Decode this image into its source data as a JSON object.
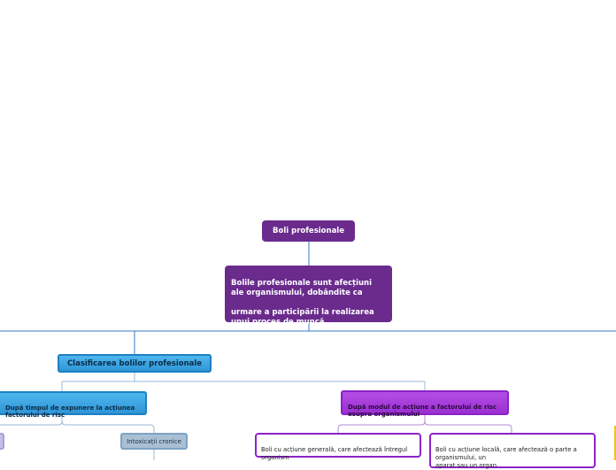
{
  "root": {
    "label": "Boli profesionale"
  },
  "definition": {
    "text": "Bolile profesionale sunt afecțiuni ale organismului, dobândite ca\n\nurmare a participării la realizarea unui proces de muncă."
  },
  "classification": {
    "label": "Clasificarea bolilor profesionale"
  },
  "branches": {
    "by_exposure_time": {
      "label": "După timpul de expunere la acțiunea\nfactorului de risc"
    },
    "by_action_mode": {
      "label": "După modul de acțiune a factorului de risc\nasupra organismului"
    }
  },
  "leaves": {
    "chronic_intoxication": {
      "label": "Intoxicații cronice"
    },
    "general_action": {
      "label": "Boli cu acțiune generală, care afectează întregul\norganism"
    },
    "local_action": {
      "label": "Boli cu acțiune locală, care afectează o parte a\norganismului, un\naparat sau un organ."
    }
  },
  "colors": {
    "purple": "#6a2b8d",
    "blue": "#2f95d6",
    "violet": "#9a2fd1",
    "connector": "#3a78c9"
  }
}
